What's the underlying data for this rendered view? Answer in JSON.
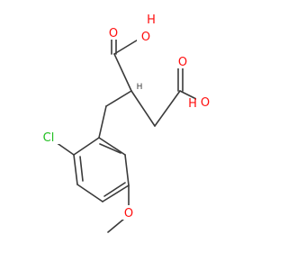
{
  "molecule": {
    "atoms": {
      "o_carbonyl_1": "O",
      "o_hydroxyl_1": "O",
      "h_hydroxyl_1": "H",
      "h_methine": "H",
      "o_carbonyl_2": "O",
      "o_hydroxyl_2": "O",
      "h_hydroxyl_2": "H",
      "chlorine": "Cl",
      "o_methoxy": "O"
    },
    "colors": {
      "oxygen": "#ff0d0d",
      "chlorine": "#1fbf1f",
      "carbon": "#3a3a3a",
      "hydrogen": "#3a3a3a"
    }
  }
}
